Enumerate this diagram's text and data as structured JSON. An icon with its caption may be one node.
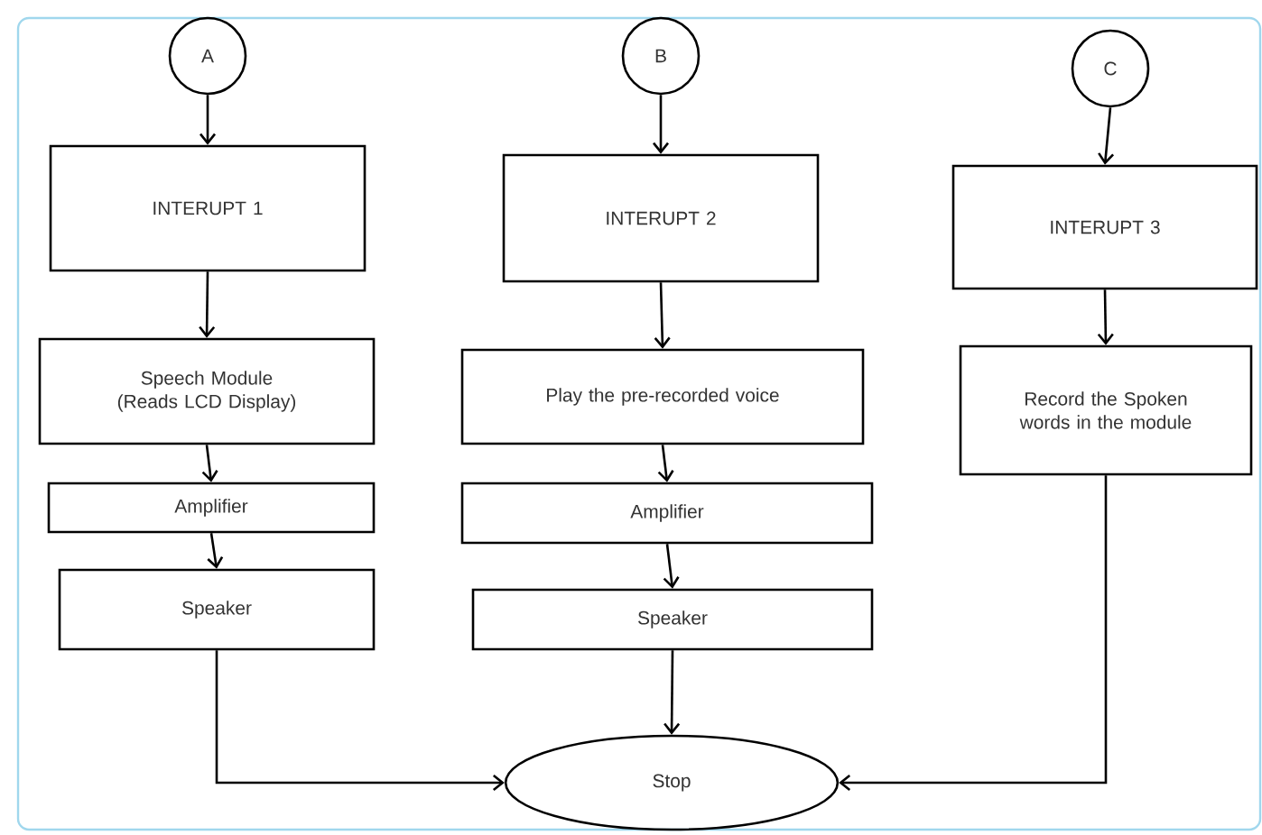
{
  "diagram": {
    "nodes": [
      {
        "text": [
          "A"
        ]
      },
      {
        "text": [
          "B"
        ]
      },
      {
        "text": [
          "C"
        ]
      },
      {
        "text": [
          "INTERUPT 1"
        ]
      },
      {
        "text": [
          "INTERUPT 2"
        ]
      },
      {
        "text": [
          "INTERUPT 3"
        ]
      },
      {
        "text": [
          "Speech Module (Reads LCD Display)"
        ]
      },
      {
        "text": [
          "Play the pre-recorded voice"
        ]
      },
      {
        "text": [
          "Record the Spoken words in the module"
        ]
      },
      {
        "text": [
          "Amplifier"
        ]
      },
      {
        "text": [
          "Amplifier"
        ]
      },
      {
        "text": [
          "Speaker"
        ]
      },
      {
        "text": [
          "Speaker"
        ]
      },
      {
        "text": [
          "Stop"
        ]
      }
    ],
    "edges": [
      {
        "from": 0,
        "to": 3,
        "arrow": "to"
      },
      {
        "from": 1,
        "to": 4,
        "arrow": "to"
      },
      {
        "from": 2,
        "to": 5,
        "arrow": "to"
      },
      {
        "from": 3,
        "to": 6,
        "arrow": "to"
      },
      {
        "from": 4,
        "to": 7,
        "arrow": "to"
      },
      {
        "from": 5,
        "to": 8,
        "arrow": "to"
      },
      {
        "from": 6,
        "to": 9,
        "arrow": "to"
      },
      {
        "from": 7,
        "to": 10,
        "arrow": "to"
      },
      {
        "from": 9,
        "to": 11,
        "arrow": "to"
      },
      {
        "from": 10,
        "to": 12,
        "arrow": "to"
      },
      {
        "from": 11,
        "to": 13,
        "arrow": "to"
      },
      {
        "from": 12,
        "to": 13,
        "arrow": "to"
      },
      {
        "from": 8,
        "to": 13,
        "arrow": "to"
      }
    ]
  }
}
